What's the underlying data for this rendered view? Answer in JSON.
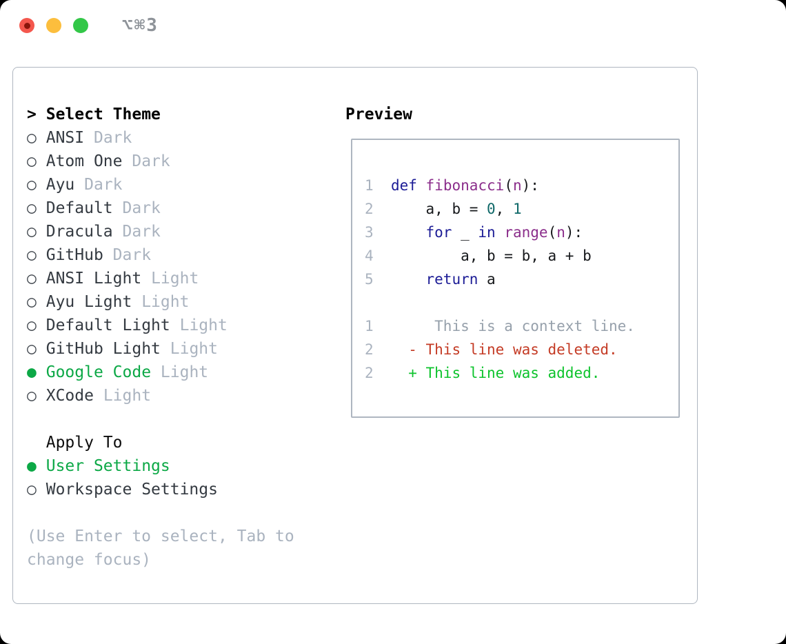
{
  "window": {
    "shortcut_label": "⌥⌘3"
  },
  "colors": {
    "selection_green": "#0ca846",
    "added_green": "#0dc32c",
    "deleted_red": "#c43b25",
    "keyword_blue": "#1c1c96",
    "function_purple": "#8b2e8b",
    "literal_teal": "#0e6868",
    "muted_gray": "#aab3bf",
    "traffic_red": "#f4574d",
    "traffic_yellow": "#fcbe3d",
    "traffic_green": "#33c748"
  },
  "theme_list": {
    "cursor": ">",
    "header": "Select Theme",
    "items": [
      {
        "name": "ANSI",
        "variant": "Dark",
        "selected": false
      },
      {
        "name": "Atom One",
        "variant": "Dark",
        "selected": false
      },
      {
        "name": "Ayu",
        "variant": "Dark",
        "selected": false
      },
      {
        "name": "Default",
        "variant": "Dark",
        "selected": false
      },
      {
        "name": "Dracula",
        "variant": "Dark",
        "selected": false
      },
      {
        "name": "GitHub",
        "variant": "Dark",
        "selected": false
      },
      {
        "name": "ANSI Light",
        "variant": "Light",
        "selected": false
      },
      {
        "name": "Ayu Light",
        "variant": "Light",
        "selected": false
      },
      {
        "name": "Default Light",
        "variant": "Light",
        "selected": false
      },
      {
        "name": "GitHub Light",
        "variant": "Light",
        "selected": false
      },
      {
        "name": "Google Code",
        "variant": "Light",
        "selected": true
      },
      {
        "name": "XCode",
        "variant": "Light",
        "selected": false
      }
    ]
  },
  "apply_to": {
    "header": "Apply To",
    "options": [
      {
        "name": "User Settings",
        "selected": true
      },
      {
        "name": "Workspace Settings",
        "selected": false
      }
    ]
  },
  "help_lines": [
    "(Use Enter to select, Tab to",
    "change focus)"
  ],
  "preview": {
    "label": "Preview",
    "lines": [
      {
        "num": "1",
        "segments": [
          {
            "text": "def",
            "type": "keyword"
          },
          {
            "text": " ",
            "type": "plain"
          },
          {
            "text": "fibonacci",
            "type": "function"
          },
          {
            "text": "(",
            "type": "plain"
          },
          {
            "text": "n",
            "type": "function"
          },
          {
            "text": "):",
            "type": "plain"
          }
        ]
      },
      {
        "num": "2",
        "segments": [
          {
            "text": "    a, b = ",
            "type": "plain"
          },
          {
            "text": "0",
            "type": "literal"
          },
          {
            "text": ", ",
            "type": "plain"
          },
          {
            "text": "1",
            "type": "literal"
          }
        ]
      },
      {
        "num": "3",
        "segments": [
          {
            "text": "    ",
            "type": "plain"
          },
          {
            "text": "for",
            "type": "keyword"
          },
          {
            "text": " _ ",
            "type": "plain"
          },
          {
            "text": "in",
            "type": "keyword"
          },
          {
            "text": " ",
            "type": "plain"
          },
          {
            "text": "range",
            "type": "function"
          },
          {
            "text": "(",
            "type": "plain"
          },
          {
            "text": "n",
            "type": "function"
          },
          {
            "text": "):",
            "type": "plain"
          }
        ]
      },
      {
        "num": "4",
        "segments": [
          {
            "text": "        a, b = b, a + b",
            "type": "plain"
          }
        ]
      },
      {
        "num": "5",
        "segments": [
          {
            "text": "    ",
            "type": "plain"
          },
          {
            "text": "return",
            "type": "keyword"
          },
          {
            "text": " a",
            "type": "plain"
          }
        ]
      },
      {
        "num": "",
        "segments": []
      },
      {
        "num": "1",
        "segments": [
          {
            "text": "     This is a context line.",
            "type": "context"
          }
        ]
      },
      {
        "num": "2",
        "segments": [
          {
            "text": "  - This line was deleted.",
            "type": "deleted"
          }
        ]
      },
      {
        "num": "2",
        "segments": [
          {
            "text": "  + This line was added.",
            "type": "added"
          }
        ]
      }
    ]
  }
}
